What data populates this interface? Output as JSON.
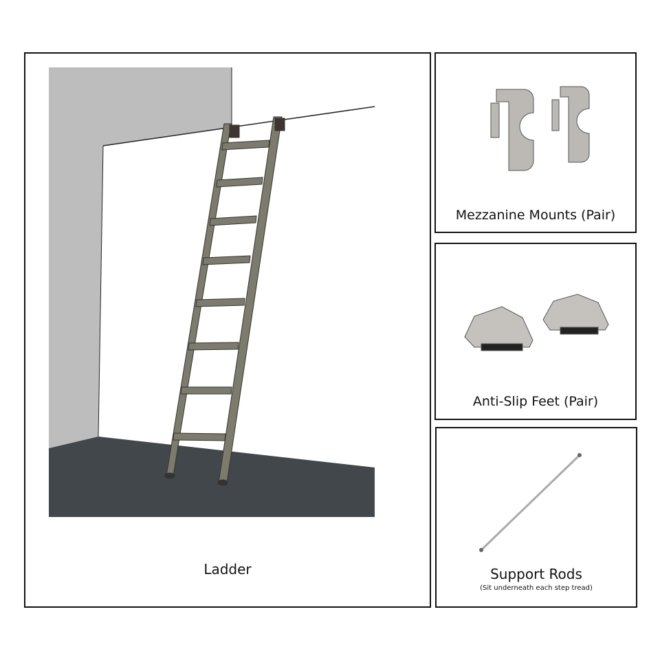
{
  "panels": {
    "ladder": {
      "caption": "Ladder"
    },
    "mounts": {
      "caption": "Mezzanine Mounts (Pair)"
    },
    "feet": {
      "caption": "Anti-Slip Feet (Pair)"
    },
    "rods": {
      "caption": "Support Rods",
      "note": "(Sit underneath each step tread)"
    }
  },
  "colors": {
    "wall": "#bdbdbd",
    "floor": "#41474a",
    "ladder": "#7d7b6c",
    "metal": "#b9b6b0"
  }
}
